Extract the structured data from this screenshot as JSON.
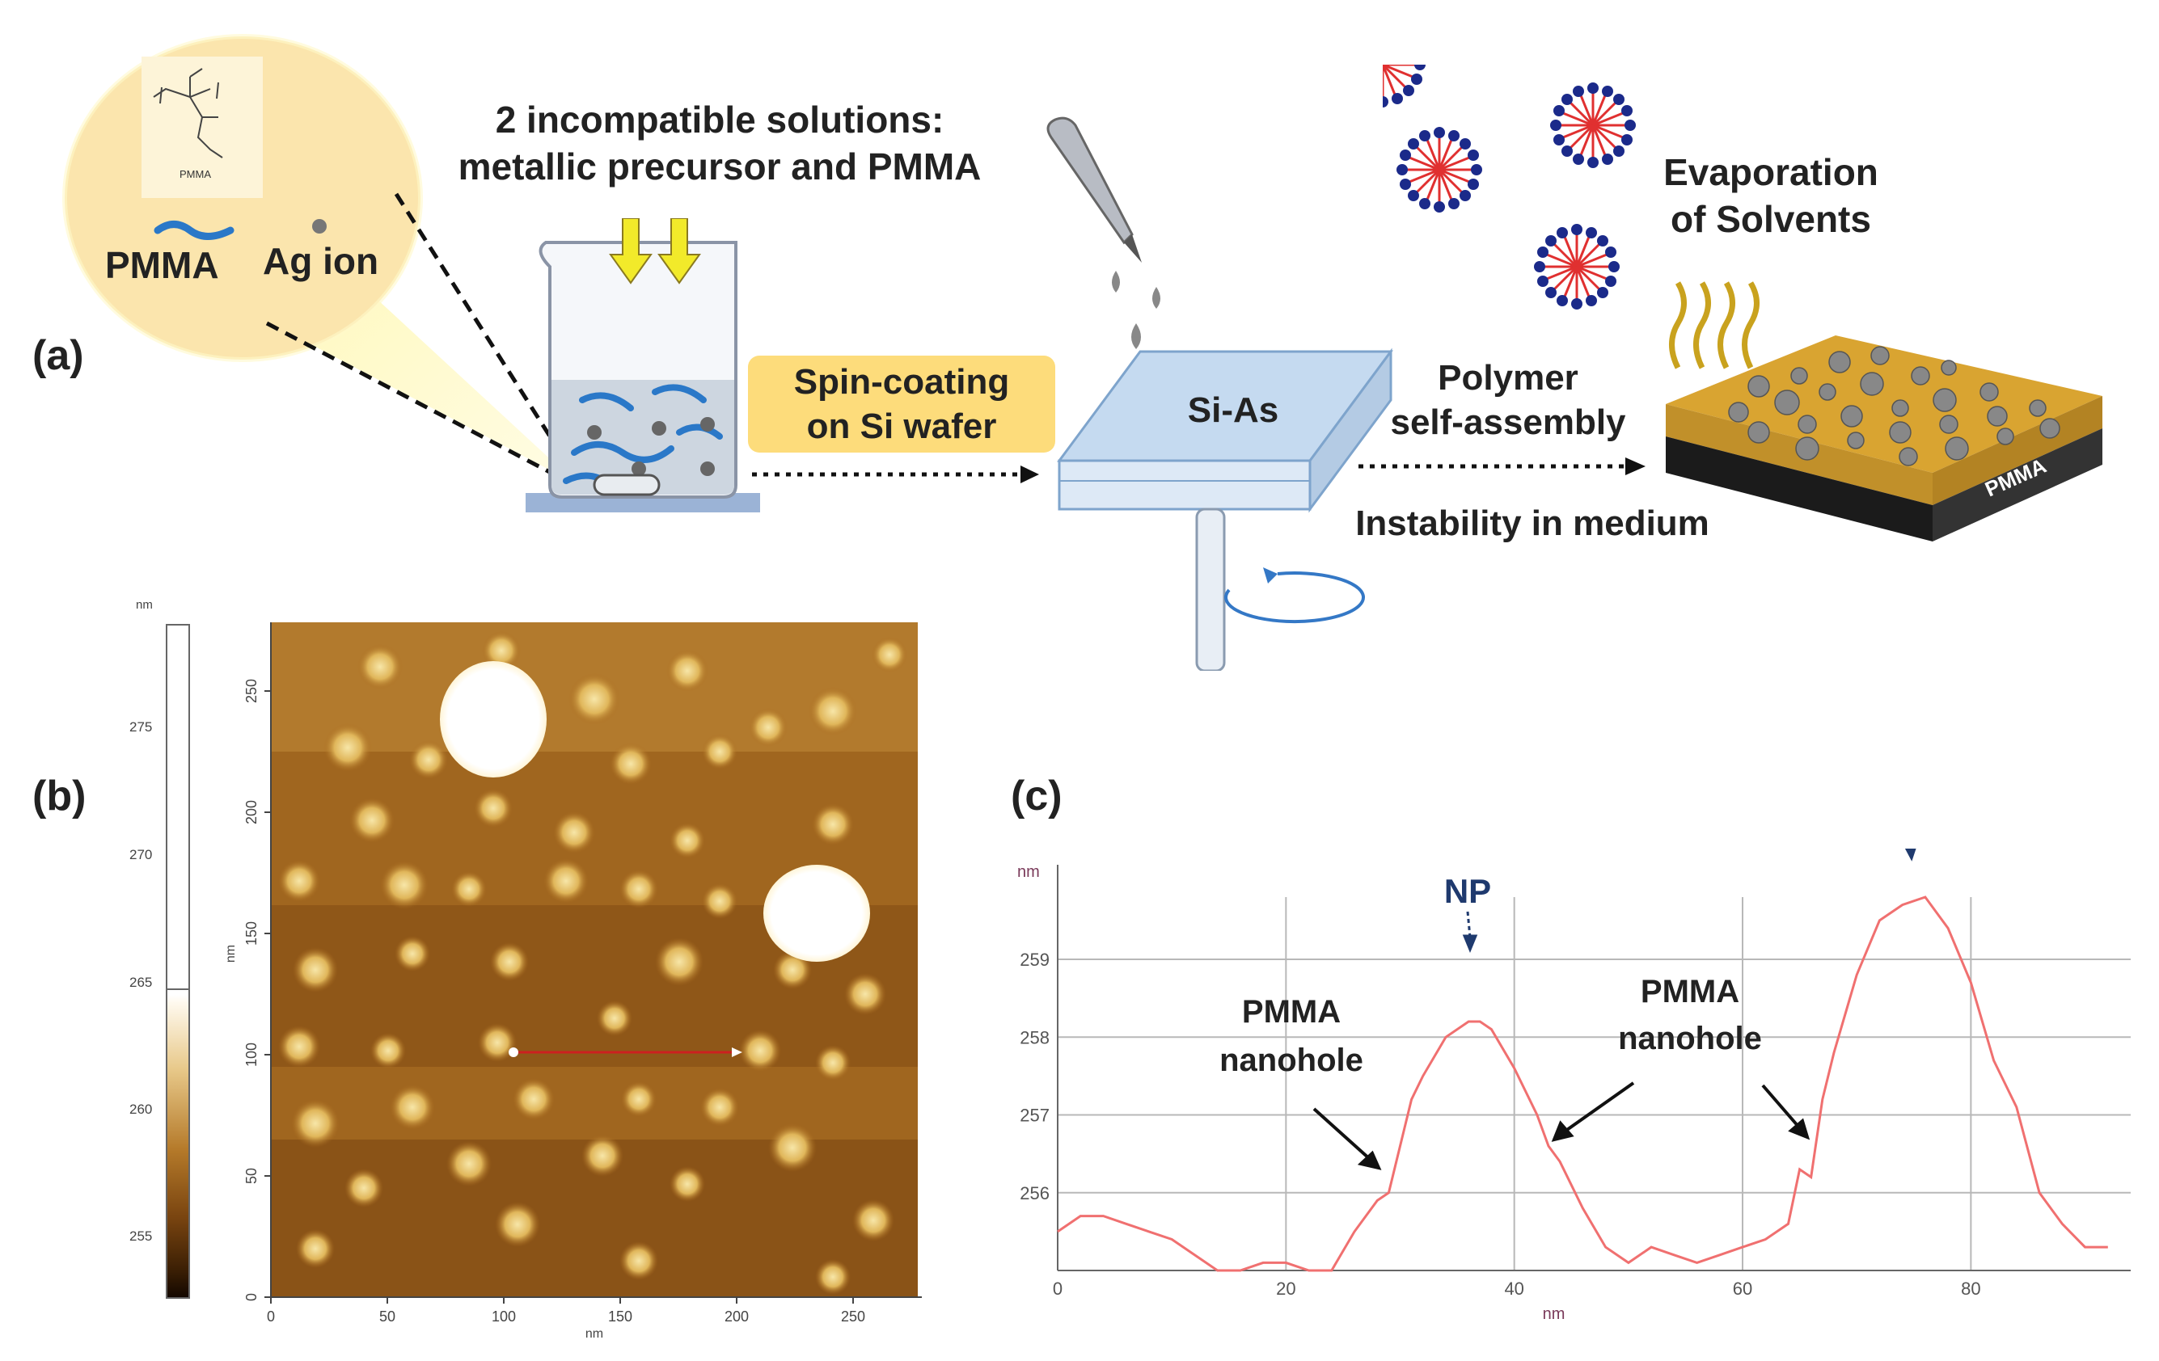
{
  "figure": {
    "panel_a": {
      "label": "(a)",
      "title_line1": "2 incompatible solutions:",
      "title_line2": "metallic precursor and PMMA",
      "inset_pmma_label": "PMMA",
      "inset_ag_label": "Ag ion",
      "structure_caption": "PMMA",
      "spin_line1": "Spin-coating",
      "spin_line2": "on Si wafer",
      "wafer_label": "Si-As",
      "polymer_line1": "Polymer",
      "polymer_line2": "self-assembly",
      "instability": "Instability in medium",
      "evap_line1": "Evaporation",
      "evap_line2": "of Solvents",
      "layer_top": "PMMA",
      "layer_bottom": "Si-As"
    },
    "panel_b": {
      "label": "(b)",
      "colorbar_unit": "nm",
      "colorbar_ticks": [
        "275",
        "270",
        "265",
        "260",
        "255"
      ],
      "y_unit": "nm",
      "y_ticks": [
        "0",
        "50",
        "100",
        "150",
        "200",
        "250"
      ],
      "x_unit": "nm",
      "x_ticks": [
        "0",
        "50",
        "100",
        "150",
        "200",
        "250"
      ]
    },
    "panel_c": {
      "label": "(c)",
      "annot_np": "NP",
      "annot_pmma": "PMMA",
      "annot_nanohole": "nanohole"
    }
  },
  "chart_data": {
    "type": "line",
    "title": "",
    "xlabel": "nm",
    "ylabel": "nm",
    "xlim": [
      0,
      94
    ],
    "ylim": [
      255,
      259.8
    ],
    "x_ticks": [
      0,
      20,
      40,
      60,
      80
    ],
    "y_ticks": [
      256,
      257,
      258,
      259
    ],
    "grid": true,
    "color": "#f07070",
    "x": [
      0,
      2,
      4,
      6,
      8,
      10,
      12,
      14,
      16,
      18,
      20,
      22,
      24,
      26,
      28,
      29,
      30,
      31,
      32,
      34,
      36,
      37,
      38,
      40,
      42,
      43,
      44,
      46,
      48,
      50,
      52,
      54,
      56,
      58,
      60,
      62,
      64,
      65,
      66,
      67,
      68,
      70,
      72,
      74,
      76,
      78,
      80,
      82,
      84,
      86,
      88,
      90,
      92
    ],
    "y": [
      255.5,
      255.7,
      255.7,
      255.6,
      255.5,
      255.4,
      255.2,
      255.0,
      255.0,
      255.1,
      255.1,
      255.0,
      255.0,
      255.5,
      255.9,
      256.0,
      256.6,
      257.2,
      257.5,
      258.0,
      258.2,
      258.2,
      258.1,
      257.6,
      257.0,
      256.6,
      256.4,
      255.8,
      255.3,
      255.1,
      255.3,
      255.2,
      255.1,
      255.2,
      255.3,
      255.4,
      255.6,
      256.3,
      256.2,
      257.2,
      257.8,
      258.8,
      259.5,
      259.7,
      259.8,
      259.4,
      258.7,
      257.7,
      257.1,
      256.0,
      255.6,
      255.3,
      255.3
    ]
  }
}
